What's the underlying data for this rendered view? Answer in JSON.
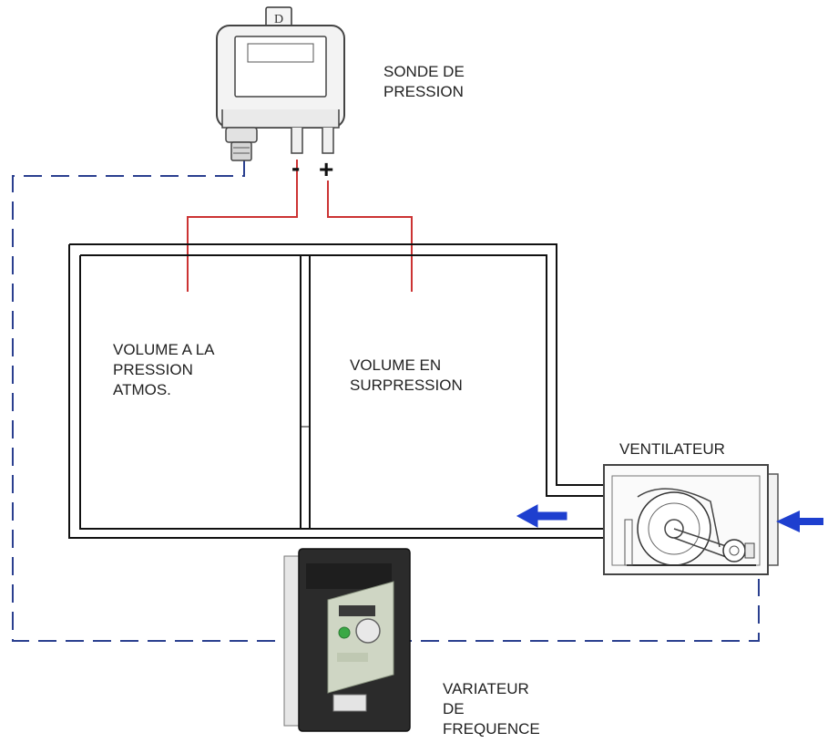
{
  "labels": {
    "pressure_sensor": "SONDE DE\nPRESSION",
    "minus_port": "-",
    "plus_port": "+",
    "atmospheric_volume": "VOLUME A LA\nPRESSION\nATMOS.",
    "overpressure_volume": "VOLUME EN\nSURPRESSION",
    "fan": "VENTILATEUR",
    "frequency_drive": "VARIATEUR\nDE\nFREQUENCE"
  },
  "colors": {
    "pressure_tube": "#cc3333",
    "control_wiring": "#2a3f8f",
    "air_flow_arrow": "#1e3fcf",
    "walls": "#111111",
    "drive_body": "#2b2b2b",
    "drive_face": "#cfd6c4"
  },
  "icons": [
    "pressure-sensor-icon",
    "fan-icon",
    "frequency-drive-icon",
    "air-flow-arrow-icon"
  ]
}
